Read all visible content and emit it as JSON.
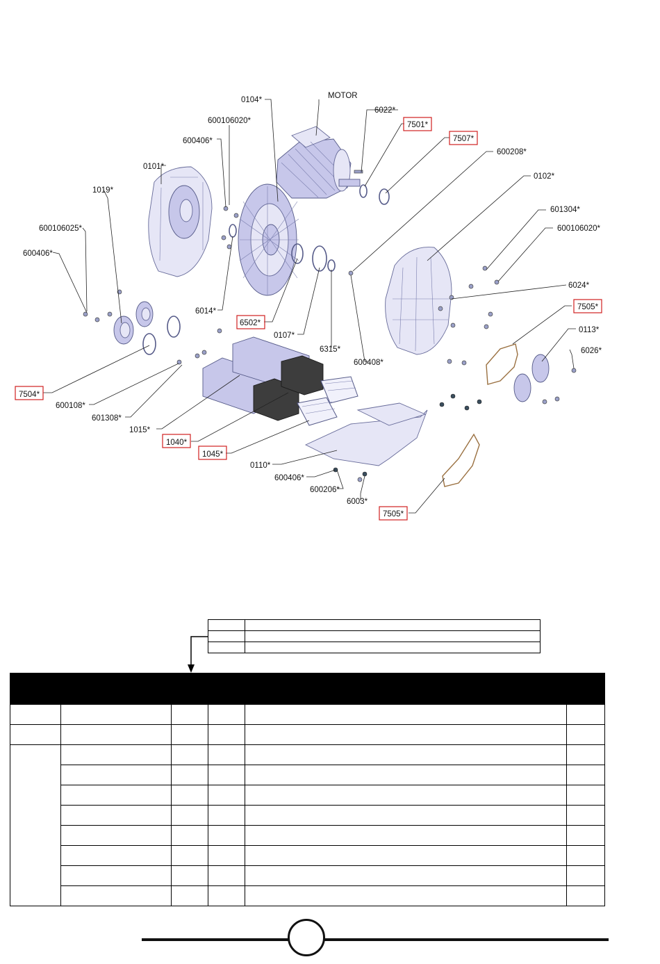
{
  "diagram": {
    "labels": {
      "motor": "MOTOR",
      "p0104": "0104*",
      "p6022": "6022*",
      "p7501": "7501*",
      "p600106020a": "600106020*",
      "p7507": "7507*",
      "p600406a": "600406*",
      "p600208": "600208*",
      "p0101": "0101*",
      "p0102": "0102*",
      "p1019": "1019*",
      "p601304": "601304*",
      "p600106025": "600106025*",
      "p600106020b": "600106020*",
      "p600406b": "600406*",
      "p6024": "6024*",
      "p6014": "6014*",
      "p7505a": "7505*",
      "p6502": "6502*",
      "p0113": "0113*",
      "p0107": "0107*",
      "p6315": "6315*",
      "p6026": "6026*",
      "p600408": "600408*",
      "p7504": "7504*",
      "p600108": "600108*",
      "p601308": "601308*",
      "p1015": "1015*",
      "p1040": "1040*",
      "p1045": "1045*",
      "p0110": "0110*",
      "p600406c": "600406*",
      "p600206": "600206*",
      "p6003": "6003*",
      "p7505b": "7505*"
    }
  },
  "small_table": {
    "rows": [
      [
        "",
        ""
      ],
      [
        "",
        ""
      ],
      [
        "",
        ""
      ]
    ]
  },
  "main_table": {
    "headers": [
      "",
      "",
      "",
      "",
      "",
      ""
    ],
    "rows": 10
  },
  "footer": {
    "page_number": ""
  }
}
